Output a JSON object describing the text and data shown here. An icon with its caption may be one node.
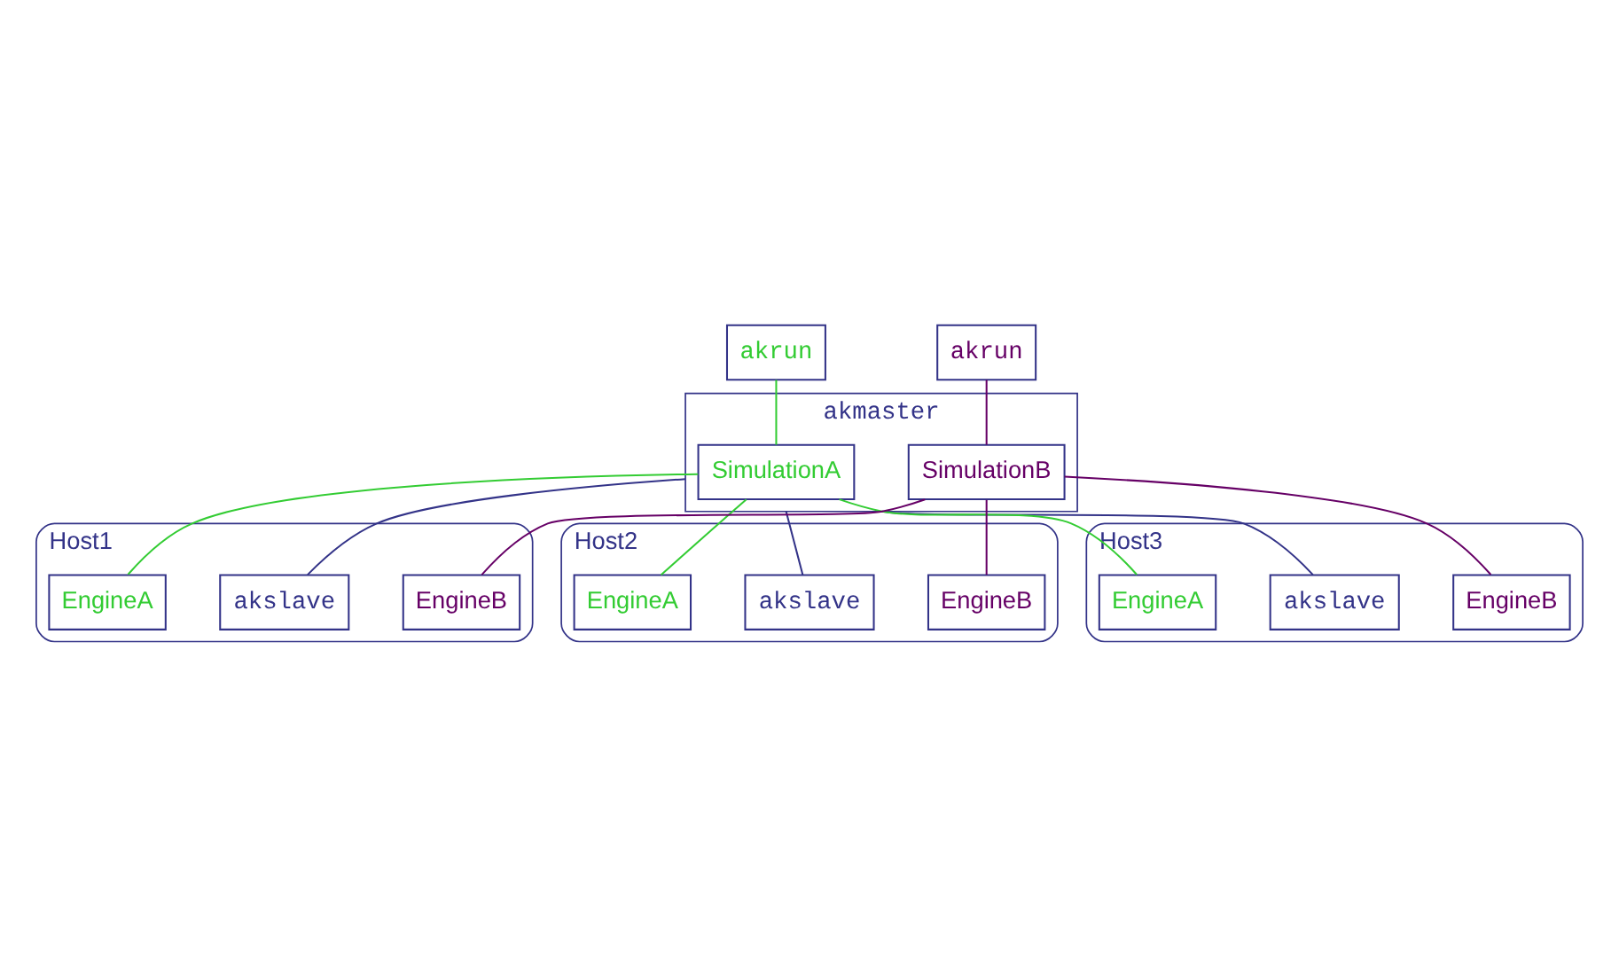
{
  "diagram": {
    "nodes": [
      {
        "text": [
          "akrun"
        ]
      },
      {
        "text": [
          "akrun"
        ]
      },
      {
        "text": [
          "akmaster"
        ]
      },
      {
        "text": [
          "SimulationA"
        ],
        "in": 2
      },
      {
        "text": [
          "SimulationB"
        ],
        "in": 2
      },
      {
        "text": [
          "Host1"
        ]
      },
      {
        "text": [
          "akslave"
        ],
        "in": 5
      },
      {
        "text": [
          "EngineA"
        ],
        "in": 5
      },
      {
        "text": [
          "EngineB"
        ],
        "in": 5
      },
      {
        "text": [
          "Host2"
        ]
      },
      {
        "text": [
          "akslave"
        ],
        "in": 9
      },
      {
        "text": [
          "EngineA"
        ],
        "in": 9
      },
      {
        "text": [
          "EngineB"
        ],
        "in": 9
      },
      {
        "text": [
          "Host3"
        ]
      },
      {
        "text": [
          "akslave"
        ],
        "in": 13
      },
      {
        "text": [
          "EngineA"
        ],
        "in": 13
      },
      {
        "text": [
          "EngineB"
        ],
        "in": 13
      }
    ],
    "edges": [
      {
        "from": 0,
        "to": 3,
        "arrow": "none",
        "color": "#33cc33"
      },
      {
        "from": 1,
        "to": 4,
        "arrow": "none",
        "color": "#660066"
      },
      {
        "from": 2,
        "to": 6,
        "arrow": "none",
        "color": "#333388"
      },
      {
        "from": 2,
        "to": 10,
        "arrow": "none",
        "color": "#333388"
      },
      {
        "from": 2,
        "to": 14,
        "arrow": "none",
        "color": "#333388"
      },
      {
        "from": 3,
        "to": 7,
        "arrow": "none",
        "color": "#33cc33"
      },
      {
        "from": 3,
        "to": 11,
        "arrow": "none",
        "color": "#33cc33"
      },
      {
        "from": 3,
        "to": 15,
        "arrow": "none",
        "color": "#33cc33"
      },
      {
        "from": 4,
        "to": 8,
        "arrow": "none",
        "color": "#660066"
      },
      {
        "from": 4,
        "to": 12,
        "arrow": "none",
        "color": "#660066"
      },
      {
        "from": 4,
        "to": 16,
        "arrow": "none",
        "color": "#660066"
      }
    ]
  }
}
